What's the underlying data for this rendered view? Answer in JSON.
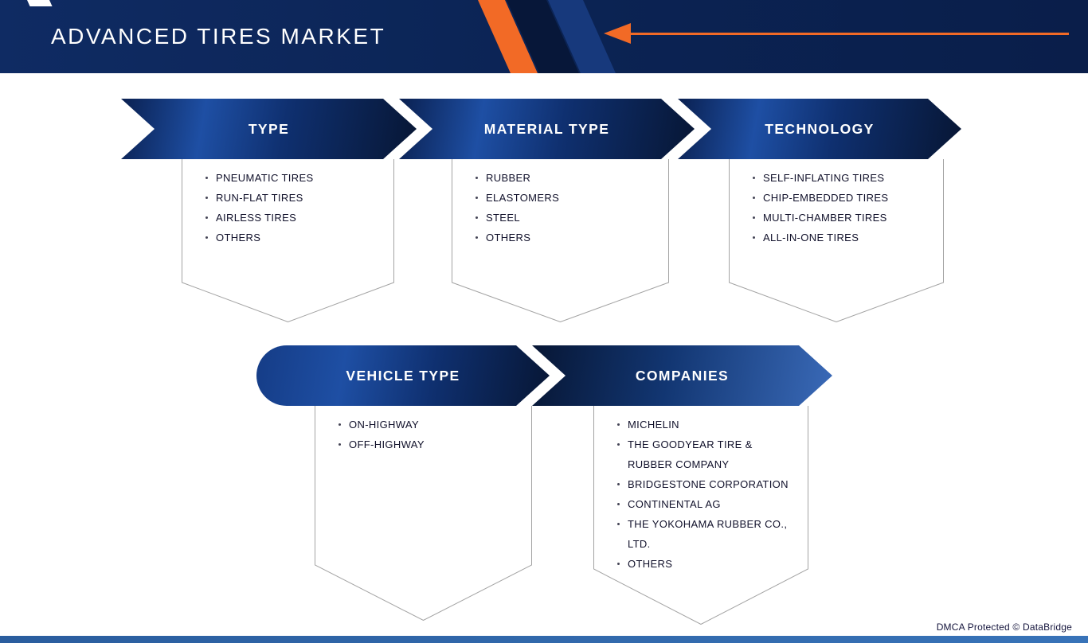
{
  "header": {
    "title": "ADVANCED TIRES MARKET"
  },
  "segments": [
    {
      "title": "TYPE",
      "items": [
        "PNEUMATIC TIRES",
        "RUN-FLAT TIRES",
        "AIRLESS TIRES",
        "OTHERS"
      ]
    },
    {
      "title": "MATERIAL TYPE",
      "items": [
        "RUBBER",
        "ELASTOMERS",
        "STEEL",
        "OTHERS"
      ]
    },
    {
      "title": "TECHNOLOGY",
      "items": [
        "SELF-INFLATING TIRES",
        "CHIP-EMBEDDED TIRES",
        "MULTI-CHAMBER TIRES",
        "ALL-IN-ONE TIRES"
      ]
    },
    {
      "title": "VEHICLE TYPE",
      "items": [
        "ON-HIGHWAY",
        "OFF-HIGHWAY"
      ]
    },
    {
      "title": "COMPANIES",
      "items": [
        "MICHELIN",
        "THE GOODYEAR TIRE & RUBBER COMPANY",
        "BRIDGESTONE CORPORATION",
        "CONTINENTAL AG",
        "THE YOKOHAMA RUBBER CO., LTD.",
        "OTHERS"
      ]
    }
  ],
  "footer": {
    "dmca": "DMCA Protected © DataBridge"
  },
  "icons": {
    "pointer": "left-arrow-icon",
    "bullet": "bullet-dot-icon"
  },
  "colors": {
    "accent_orange": "#F26A26",
    "header_navy": "#0B2353",
    "banner_blue": "#1E4FA4",
    "panel_border_gray": "#A3A3A3",
    "bottom_bar_blue": "#3068A8",
    "text_dark": "#10102A"
  }
}
